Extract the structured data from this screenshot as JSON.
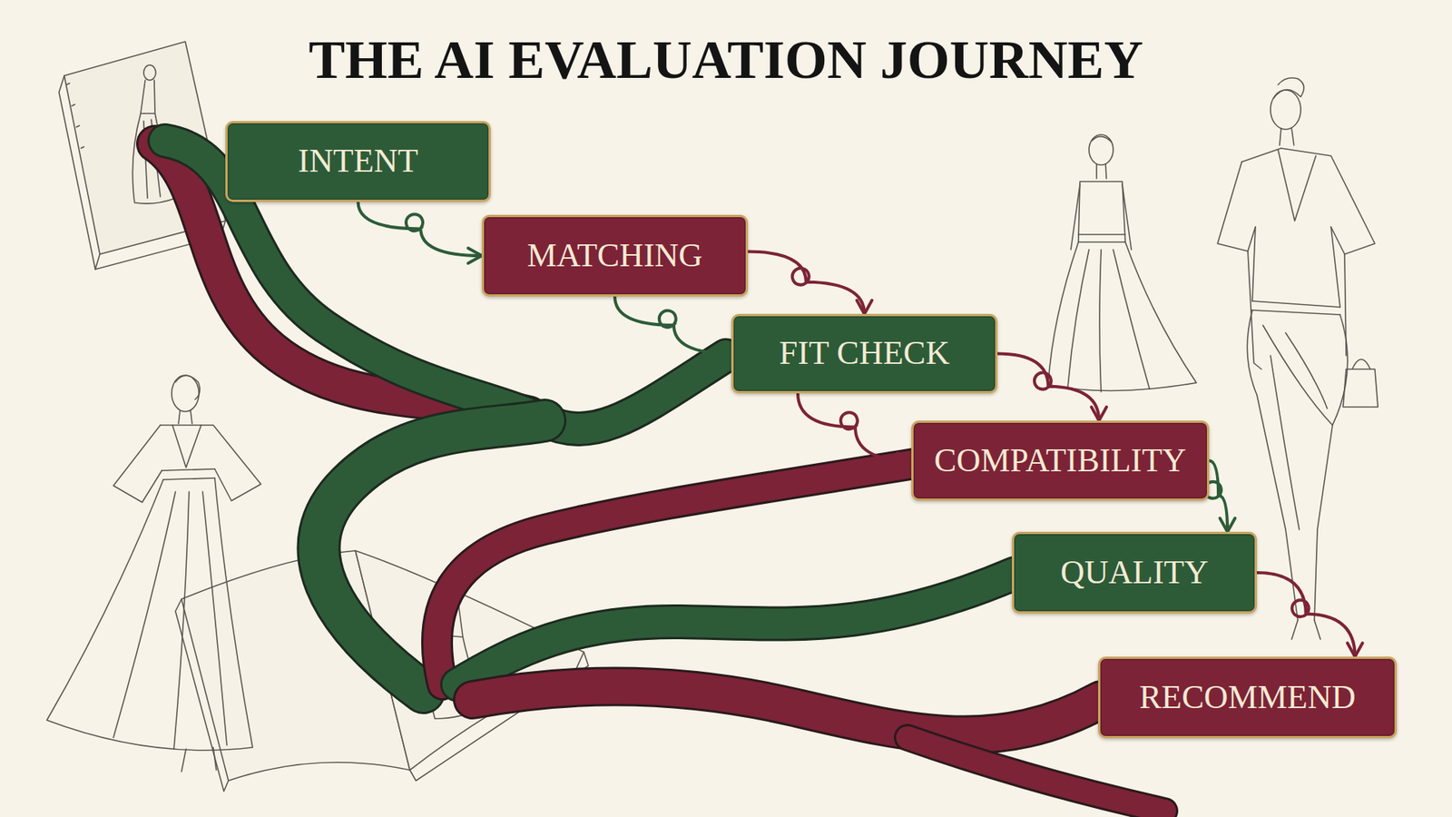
{
  "diagram": {
    "title": "THE AI EVALUATION JOURNEY",
    "nodes": [
      {
        "text": [
          "INTENT"
        ]
      },
      {
        "text": [
          "MATCHING"
        ]
      },
      {
        "text": [
          "FIT CHECK"
        ]
      },
      {
        "text": [
          "COMPATIBILITY"
        ]
      },
      {
        "text": [
          "QUALITY"
        ]
      },
      {
        "text": [
          "RECOMMEND"
        ]
      }
    ],
    "edges": [
      {
        "from": 0,
        "to": 1,
        "arrow": "to"
      },
      {
        "from": 1,
        "to": 2,
        "arrow": "to"
      },
      {
        "from": 1,
        "to": 2,
        "arrow": "to"
      },
      {
        "from": 2,
        "to": 3,
        "arrow": "to"
      },
      {
        "from": 2,
        "to": 3,
        "arrow": "to"
      },
      {
        "from": 3,
        "to": 4,
        "arrow": "to"
      },
      {
        "from": 4,
        "to": 5,
        "arrow": "to"
      }
    ]
  }
}
